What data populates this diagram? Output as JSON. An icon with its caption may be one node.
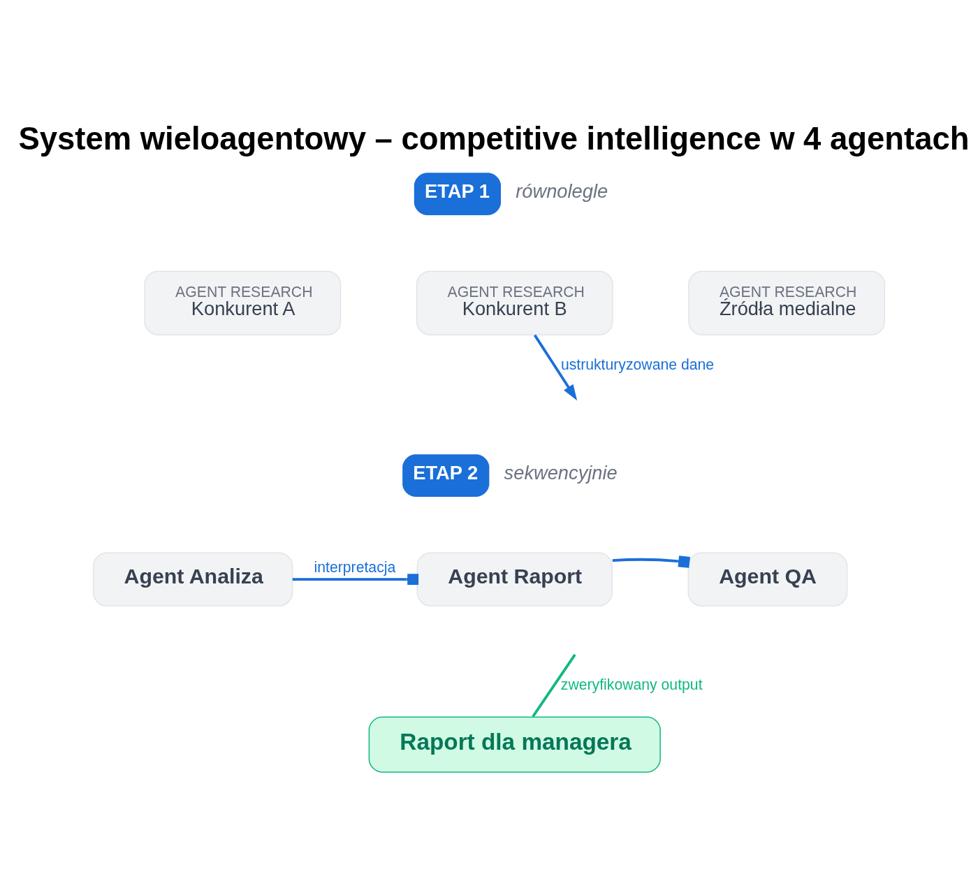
{
  "diagram": {
    "title": "System wieloagentowy – competitive intelligence w 4 agentach",
    "nodes": [
      {
        "text": [
          "ETAP 1"
        ],
        "beside": [
          "równolegle"
        ]
      },
      {
        "text": [
          "AGENT RESEARCH",
          "Konkurent A"
        ]
      },
      {
        "text": [
          "AGENT RESEARCH",
          "Konkurent B"
        ]
      },
      {
        "text": [
          "AGENT RESEARCH",
          "Źródła medialne"
        ]
      },
      {
        "text": [
          "ETAP 2"
        ],
        "beside": [
          "sekwencyjnie"
        ]
      },
      {
        "text": [
          "Agent Analiza"
        ]
      },
      {
        "text": [
          "Agent Raport"
        ]
      },
      {
        "text": [
          "Agent QA"
        ]
      },
      {
        "text": [
          "Raport dla managera"
        ]
      }
    ],
    "edges": [
      {
        "from": 2,
        "to": null,
        "arrow": "to",
        "label": "ustrukturyzowane dane"
      },
      {
        "from": 5,
        "to": 6,
        "arrow": "other",
        "label": "interpretacja"
      },
      {
        "from": 6,
        "to": 7,
        "arrow": "other"
      },
      {
        "from": null,
        "to": 8,
        "arrow": "none",
        "label": "zweryfikowany output",
        "color": "#10b981"
      }
    ]
  }
}
